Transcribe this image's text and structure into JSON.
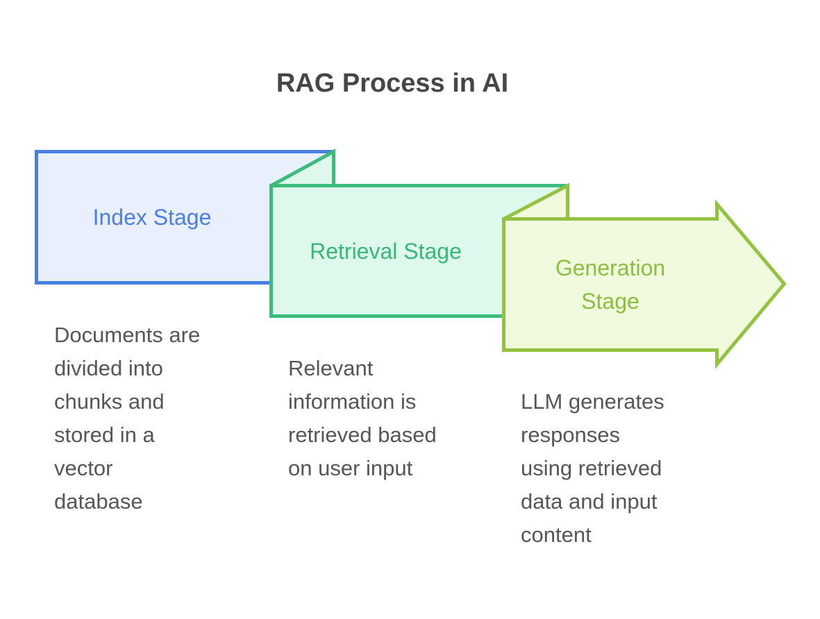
{
  "title": "RAG Process in AI",
  "colors": {
    "background": "#ffffff",
    "title_text": "#464646",
    "description_text": "#565656"
  },
  "stages": [
    {
      "name": "index",
      "label_lines": [
        "Index Stage"
      ],
      "description_lines": [
        "Documents are",
        "divided into",
        "chunks and",
        "stored in a",
        "vector",
        "database"
      ],
      "fill": "#e9f0fc",
      "stroke": "#4a80e2",
      "text_color": "#4a7fe8"
    },
    {
      "name": "retrieval",
      "label_lines": [
        "Retrieval Stage"
      ],
      "description_lines": [
        "Relevant",
        "information is",
        "retrieved based",
        "on user input"
      ],
      "fill": "#def8eb",
      "stroke": "#3bbc7c",
      "text_color": "#36b877"
    },
    {
      "name": "generation",
      "label_lines": [
        "Generation",
        "Stage"
      ],
      "description_lines": [
        "LLM generates",
        "responses",
        "using retrieved",
        "data and input",
        "content"
      ],
      "fill": "#f0fbde",
      "stroke": "#93c240",
      "text_color": "#8cbe3f"
    }
  ]
}
